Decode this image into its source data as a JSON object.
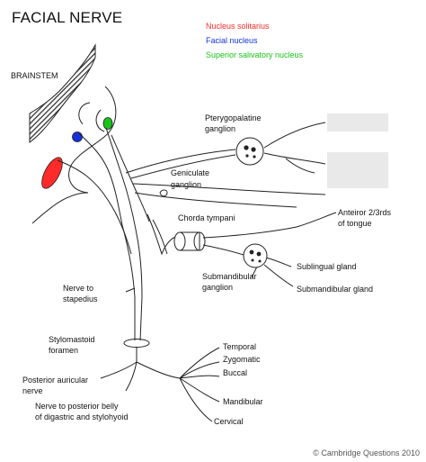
{
  "title": "FACIAL NERVE",
  "legend": {
    "nucleus_solitarius": {
      "label": "Nucleus solitarius",
      "color": "#ff2a2a"
    },
    "facial_nucleus": {
      "label": "Facial nucleus",
      "color": "#1533d9"
    },
    "superior_salivatory": {
      "label": "Superior salivatory nucleus",
      "color": "#18c418"
    }
  },
  "labels": {
    "brainstem": "BRAINSTEM",
    "pterygopalatine_1": "Pterygopalatine",
    "pterygopalatine_2": "ganglion",
    "geniculate_1": "Geniculate",
    "geniculate_2": "ganglion",
    "chorda_tympani": "Chorda tympani",
    "anterior_1": "Anteiror 2/3rds",
    "anterior_2": "of tongue",
    "submandibular_g_1": "Submandibular",
    "submandibular_g_2": "ganglion",
    "sublingual_gland": "Sublingual gland",
    "submandibular_gland": "Submandibular gland",
    "nerve_stapedius_1": "Nerve to",
    "nerve_stapedius_2": "stapedius",
    "stylomastoid_1": "Stylomastoid",
    "stylomastoid_2": "foramen",
    "posterior_auricular_1": "Posterior auricular",
    "posterior_auricular_2": "nerve",
    "posterior_belly_1": "Nerve to posterior belly",
    "posterior_belly_2": "of digastric and stylohyoid",
    "temporal": "Temporal",
    "zygomatic": "Zygomatic",
    "buccal": "Buccal",
    "mandibular": "Mandibular",
    "cervical": "Cervical"
  },
  "footer": "© Cambridge Questions 2010"
}
